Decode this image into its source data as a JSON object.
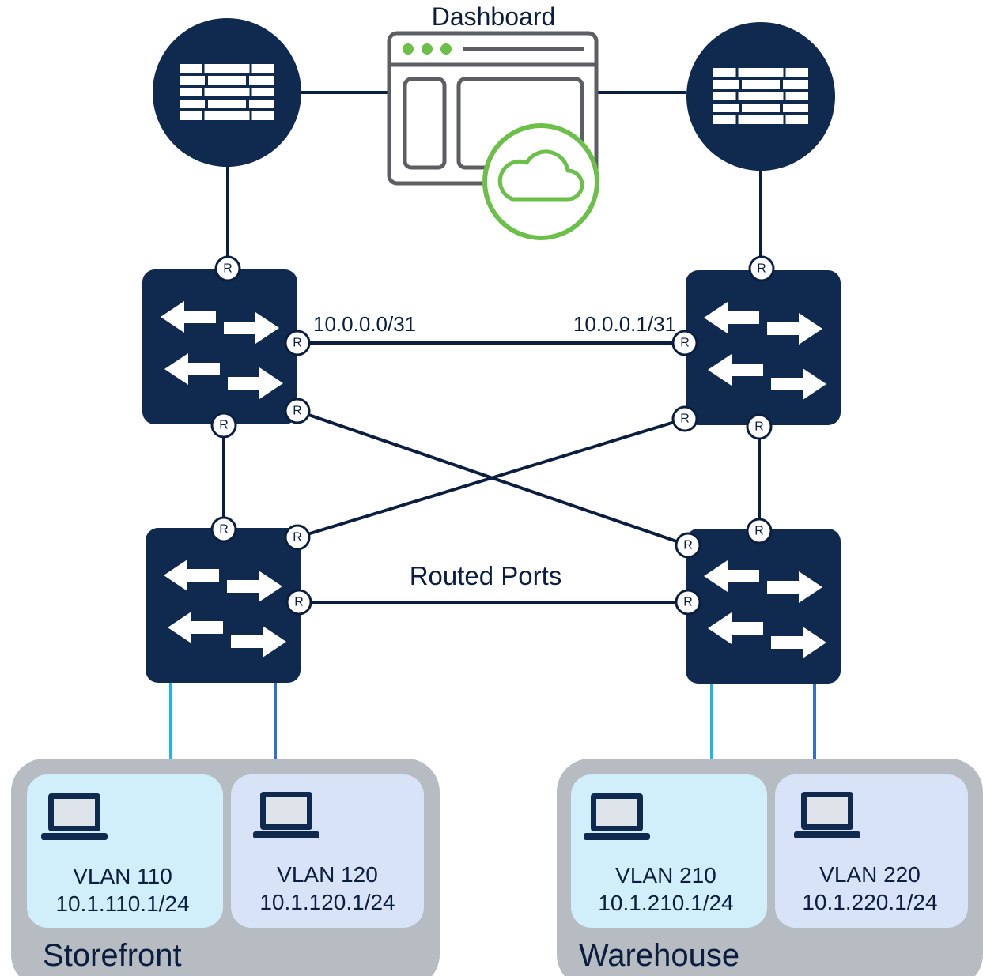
{
  "dashboard": {
    "label": "Dashboard"
  },
  "port_marker": "R",
  "links": {
    "core_left_ip": "10.0.0.0/31",
    "core_right_ip": "10.0.0.1/31",
    "routed_ports": "Routed Ports"
  },
  "sites": {
    "storefront": {
      "label": "Storefront",
      "vlans": [
        {
          "name": "VLAN 110",
          "subnet": "10.1.110.1/24"
        },
        {
          "name": "VLAN 120",
          "subnet": "10.1.120.1/24"
        }
      ]
    },
    "warehouse": {
      "label": "Warehouse",
      "vlans": [
        {
          "name": "VLAN 210",
          "subnet": "10.1.210.1/24"
        },
        {
          "name": "VLAN 220",
          "subnet": "10.1.220.1/24"
        }
      ]
    }
  },
  "colors": {
    "navy": "#0f2a4e",
    "green": "#6cc04a",
    "vlan_a": "#d1effa",
    "vlan_b": "#d9e3f8",
    "site_bg": "#b7bcc3",
    "link_a": "#1fb5e8",
    "link_b": "#2f6fd6"
  }
}
